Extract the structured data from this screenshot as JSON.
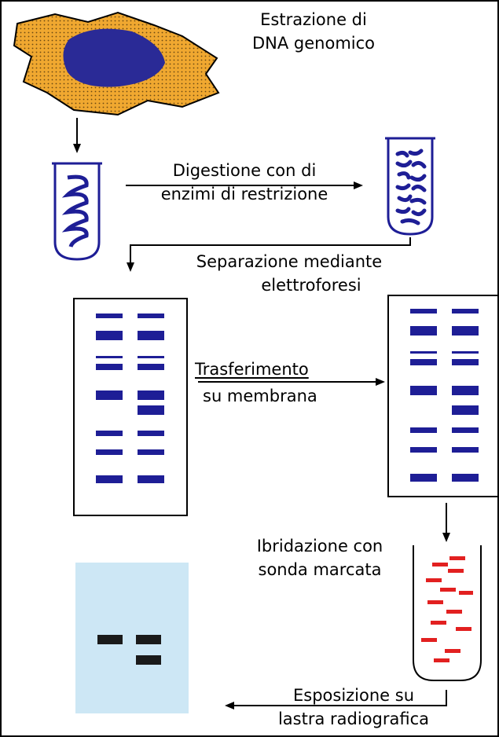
{
  "steps": {
    "extraction": {
      "line1": "Estrazione di",
      "line2": "DNA genomico"
    },
    "digestion": {
      "line1": "Digestione con di",
      "line2": "enzimi di restrizione"
    },
    "separation": {
      "line1": "Separazione mediante",
      "line2": "elettroforesi"
    },
    "transfer": {
      "line1": "Trasferimento",
      "line2": "su membrana"
    },
    "hybridization": {
      "line1": "Ibridazione con",
      "line2": "sonda marcata"
    },
    "exposure": {
      "line1": "Esposizione su",
      "line2": "lastra radiografica"
    }
  },
  "colors": {
    "cell_cytoplasm": "#f0a830",
    "nucleus": "#2a2a96",
    "dna": "#1e1e96",
    "probe": "#e22020",
    "film": "#cde7f5",
    "film_band": "#1a1a1a",
    "border": "#000000"
  }
}
